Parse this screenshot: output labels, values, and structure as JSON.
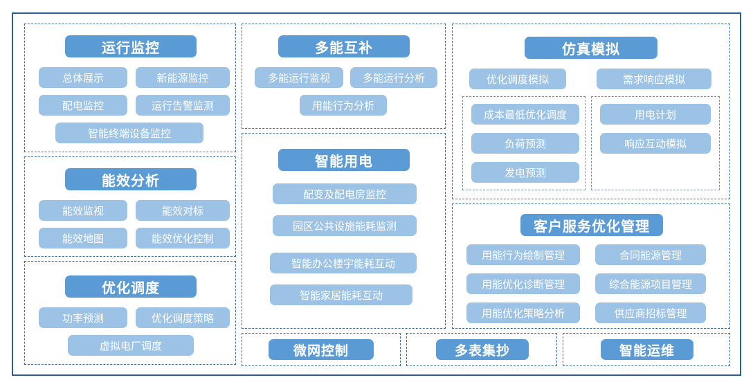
{
  "theme": {
    "header_pill_color": "#5b9bd5",
    "leaf_pill_color": "#9cc3e5",
    "panel_border_color": "#3d6fa5",
    "subbox_border_color": "#7b8ea5",
    "frame_border_color": "#2e5f8a",
    "pill_text_color": "#ffffff",
    "background": "#ffffff"
  },
  "panels": {
    "operation_monitoring": {
      "title": "运行监控",
      "items": [
        "总体展示",
        "新能源监控",
        "配电监控",
        "运行告警监测",
        "智能终端设备监控"
      ]
    },
    "energy_efficiency_analysis": {
      "title": "能效分析",
      "items": [
        "能效监视",
        "能效对标",
        "能效地图",
        "能效优化控制"
      ]
    },
    "optimized_dispatch": {
      "title": "优化调度",
      "items": [
        "功率预测",
        "优化调度策略",
        "虚拟电厂调度"
      ]
    },
    "multi_energy_complementarity": {
      "title": "多能互补",
      "items": [
        "多能运行监视",
        "多能运行分析",
        "用能行为分析"
      ]
    },
    "smart_electricity": {
      "title": "智能用电",
      "items": [
        "配变及配电房监控",
        "园区公共设施能耗监测",
        "智能办公楼宇能耗互动",
        "智能家居能耗互动"
      ]
    },
    "simulation": {
      "title": "仿真模拟",
      "items": [
        "优化调度模拟",
        "需求响应模拟"
      ],
      "left_group": [
        "成本最低优化调度",
        "负荷预测",
        "发电预测"
      ],
      "right_group": [
        "用电计划",
        "响应互动模拟"
      ]
    },
    "customer_service_optimization": {
      "title": "客户服务优化管理",
      "left_items": [
        "用能行为绘制管理",
        "用能优化诊断管理",
        "用能优化策略分析"
      ],
      "right_items": [
        "合同能源管理",
        "综合能源项目管理",
        "供应商招标管理"
      ]
    },
    "microgrid_control": {
      "title": "微网控制"
    },
    "multi_meter_reading": {
      "title": "多表集抄"
    },
    "smart_operation_maintenance": {
      "title": "智能运维"
    }
  }
}
